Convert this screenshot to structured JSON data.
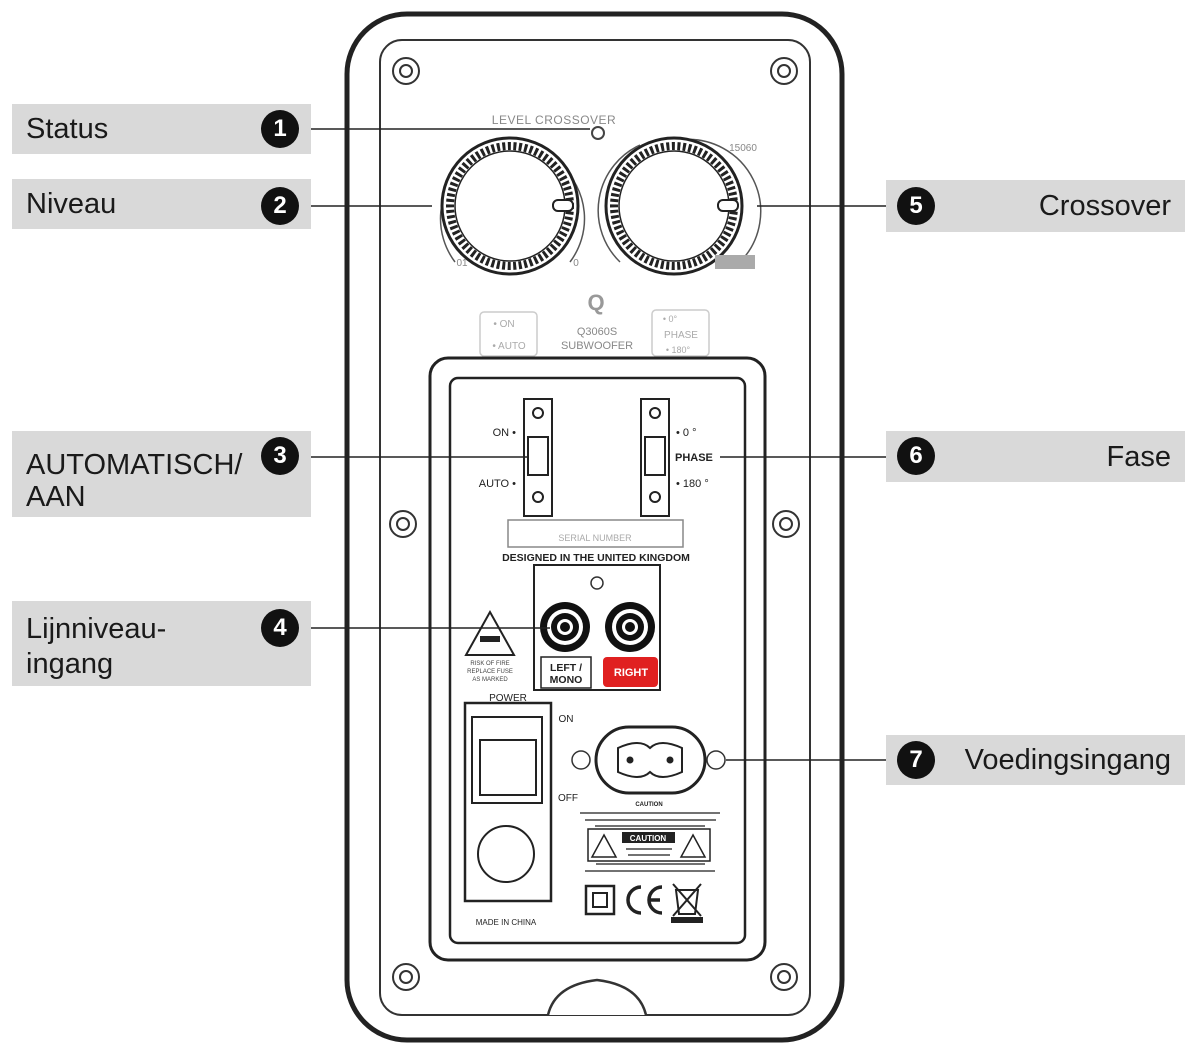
{
  "callouts": [
    {
      "num": "1",
      "label": "Status"
    },
    {
      "num": "2",
      "label": "Niveau"
    },
    {
      "num": "3",
      "label": "AUTOMATISCH/\nAAN"
    },
    {
      "num": "4",
      "label": "Lijnniveau-\ningang"
    },
    {
      "num": "5",
      "label": "Crossover"
    },
    {
      "num": "6",
      "label": "Fase"
    },
    {
      "num": "7",
      "label": "Voedingsingang"
    }
  ],
  "panel": {
    "level_crossover": "LEVEL CROSSOVER",
    "crossover_scale": "15060",
    "level_min": "01",
    "level_max": "0",
    "logo": "Q",
    "model": "Q3060S",
    "product": "SUBWOOFER",
    "mode_on": "• ON",
    "mode_auto": "• AUTO",
    "phase_0": "• 0°",
    "phase_title": "PHASE",
    "phase_180": "• 180°",
    "switch_on": "ON •",
    "switch_auto": "AUTO •",
    "switch_0": "• 0 °",
    "switch_phase": "PHASE",
    "switch_180": "• 180 °",
    "serial": "SERIAL NUMBER",
    "designed": "DESIGNED IN THE UNITED KINGDOM",
    "left_mono_1": "LEFT /",
    "left_mono_2": "MONO",
    "right": "RIGHT",
    "fuse_1": "RISK OF FIRE",
    "fuse_2": "REPLACE FUSE",
    "fuse_3": "AS MARKED",
    "power": "POWER",
    "on": "ON",
    "off": "OFF",
    "caution_head": "CAUTION",
    "caution_box": "CAUTION",
    "made_in": "MADE IN CHINA"
  },
  "colors": {
    "callout_bg": "#d9d9d9",
    "badge": "#111111",
    "right_badge": "#e02020",
    "line": "#222222"
  }
}
